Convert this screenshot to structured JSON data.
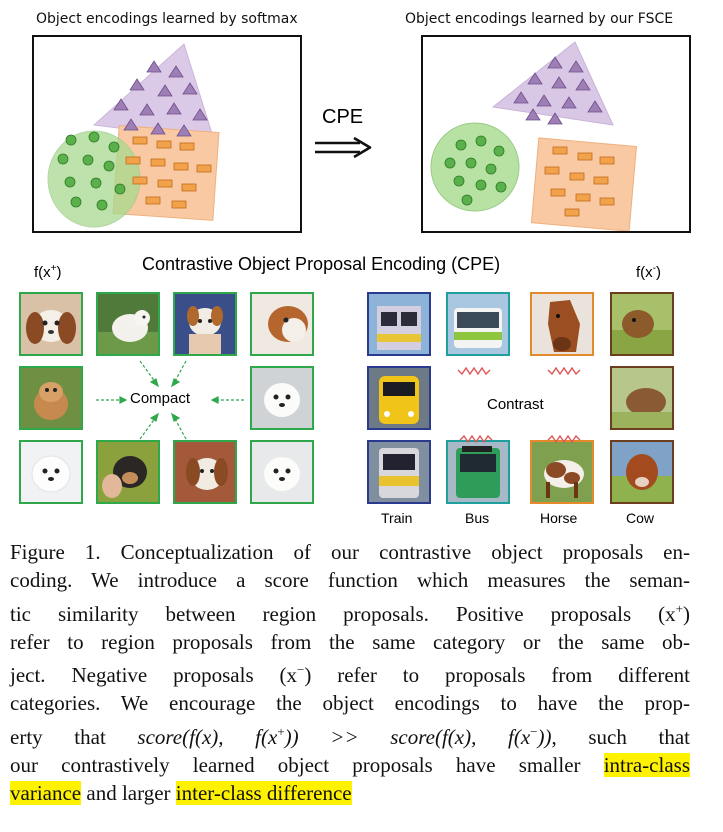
{
  "top": {
    "left_title": "Object encodings learned by softmax",
    "right_title": "Object encodings learned by our FSCE",
    "arrow_label": "CPE"
  },
  "cpe": {
    "title": "Contrastive Object Proposal Encoding (CPE)",
    "f_pos": "f(x",
    "f_pos_sup": "+",
    "f_pos_close": ")",
    "f_neg": "f(x",
    "f_neg_sup": "-",
    "f_neg_close": ")",
    "compact_label": "Compact",
    "contrast_label": "Contrast",
    "categories": [
      "Train",
      "Bus",
      "Horse",
      "Cow"
    ]
  },
  "colors": {
    "triangle_fill": "#d9c7e6",
    "triangle_mark": "#9d7fb5",
    "circle_fill": "#b7e2a3",
    "circle_mark": "#5ab04a",
    "rect_fill": "#f8c9a2",
    "rect_mark": "#f1a24a",
    "positive_border": "#2ea84b",
    "negative_border": "#2a3a8f",
    "highlight": "#fff200",
    "contrast_zigzag": "#e45656"
  },
  "caption": {
    "line1": "Figure 1. Conceptualization of our contrastive object proposals en-",
    "line2": "coding. We introduce a score function which measures the seman-",
    "line3": "tic similarity between region proposals. Positive proposals (x",
    "line3_sup": "+",
    "line3_end": ")",
    "line4": "refer to region proposals from the same category or the same ob-",
    "line5a": "ject. Negative proposals (x",
    "line5_sup": "−",
    "line5b": ") refer to proposals from different",
    "line6": "categories. We encourage the object encodings to have the prop-",
    "line7a": "erty that ",
    "line7_math": "score(f(x), f(x",
    "line7_sup1": "+",
    "line7_math2": ")) >> score(f(x), f(x",
    "line7_sup2": "−",
    "line7_math3": "))",
    "line7b": ", such that",
    "line8a": "our contrastively learned object proposals have smaller ",
    "line8_hl": "intra-class",
    "line9_hl1": "variance",
    "line9b": " and larger ",
    "line9_hl2": "inter-class difference"
  }
}
